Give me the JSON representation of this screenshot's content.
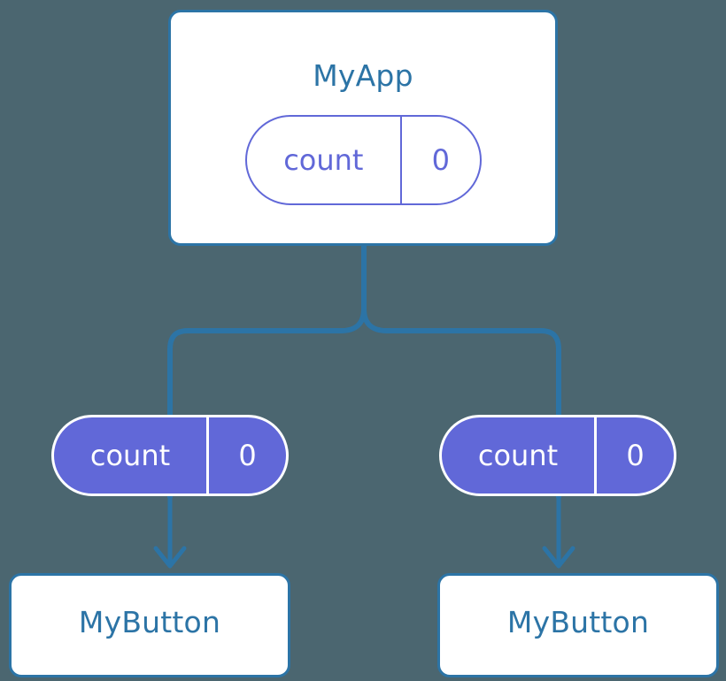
{
  "diagram": {
    "title": "React component tree with hoisted count state passed down as props",
    "background_color": "#4b6670",
    "colors": {
      "component_border": "#2c74a6",
      "component_text": "#2c74a6",
      "component_fill": "#ffffff",
      "state_accent": "#6168d8",
      "connector": "#2c74a6",
      "pill_filled_text": "#ffffff"
    }
  },
  "root": {
    "name": "MyApp",
    "state": {
      "key": "count",
      "value": "0"
    }
  },
  "children": [
    {
      "props": {
        "key": "count",
        "value": "0"
      },
      "name": "MyButton"
    },
    {
      "props": {
        "key": "count",
        "value": "0"
      },
      "name": "MyButton"
    }
  ],
  "connectors": {
    "trunk": "vertical-line-from-myapp",
    "split": "tee-split-to-two-children",
    "arrows": [
      "arrow-down-to-mybutton-left",
      "arrow-down-to-mybutton-right"
    ]
  }
}
